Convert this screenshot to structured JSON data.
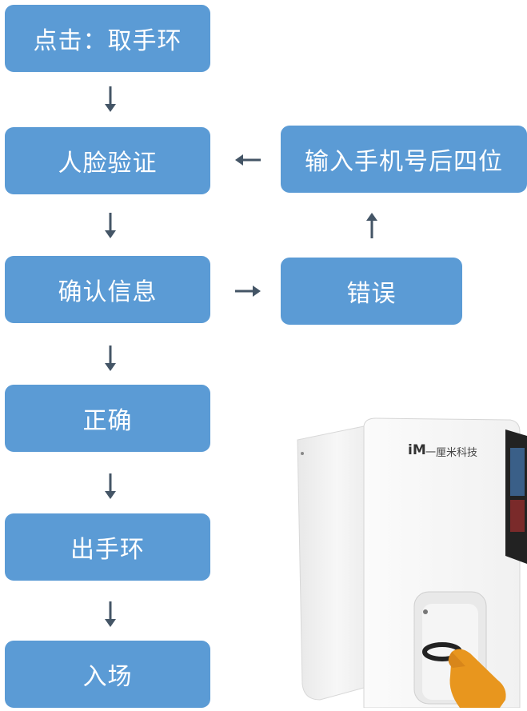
{
  "flow": {
    "click_take_band": "点击：取手环",
    "face_verify": "人脸验证",
    "confirm_info": "确认信息",
    "correct": "正确",
    "dispense_band": "出手环",
    "enter": "入场",
    "enter_phone_last4": "输入手机号后四位",
    "error": "错误"
  },
  "device": {
    "brand": "一厘米科技",
    "logo_mark": "iM"
  },
  "colors": {
    "box": "#5b9bd5",
    "arrow": "#445566"
  }
}
